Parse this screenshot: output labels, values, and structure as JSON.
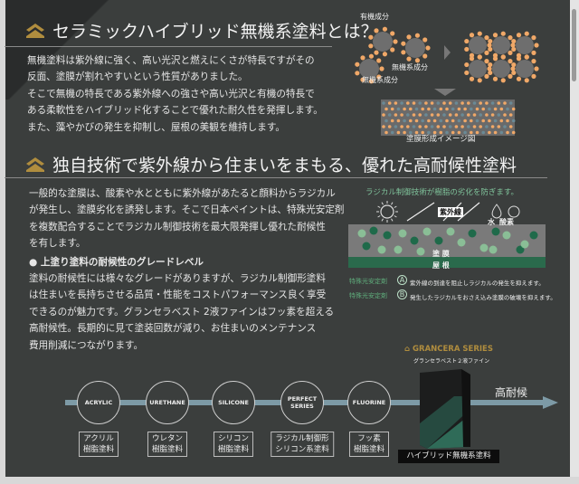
{
  "section1": {
    "title": "セラミックハイブリッド無機系塗料とは？",
    "body": [
      "無機塗料は紫外線に強く、高い光沢と燃えにくさが特長ですがその",
      "反面、塗膜が割れやすいという性質がありました。",
      "そこで無機の特長である紫外線への強さや高い光沢と有機の特長で",
      "ある柔軟性をハイブリッド化することで優れた耐久性を発揮します。",
      "また、藻やかびの発生を抑制し、屋根の美観を維持します。"
    ],
    "diagram": {
      "label_organic": "有機成分",
      "label_inorganic_1": "無機系成分",
      "label_inorganic_2": "無機系成分",
      "caption": "塗膜形成イメージ図",
      "colors": {
        "organic": "#6e6e6e",
        "inorganic": "#f0a868",
        "dots": "#6a8a96"
      }
    }
  },
  "section2": {
    "title": "独自技術で紫外線から住まいをまもる、優れた高耐候性塗料",
    "body": [
      "一般的な塗膜は、酸素や水とともに紫外線があたると顔料からラジカル",
      "が発生し、塗膜劣化を誘発します。そこで日本ペイントは、特殊光安定剤",
      "を複数配合することでラジカル制御技術を最大限発揮し優れた耐候性",
      "を有します。"
    ],
    "grade_heading": "● 上塗り塗料の耐候性のグレードレベル",
    "grade_body": [
      "塗料の耐候性には様々なグレードがありますが、ラジカル制御形塗料",
      "は住まいを長持ちさせる品質・性能をコストパフォーマンス良く享受",
      "できるのが魅力です。グランセラベスト 2液ファインはフッ素を超える",
      "高耐候性。長期的に見て塗装回数が減り、お住まいのメンテナンス",
      "費用削減につながります。"
    ],
    "radical": {
      "title": "ラジカル制御技術が樹脂の劣化を防ぎます。",
      "uv": "紫外線",
      "water": "水",
      "oxygen": "酸素",
      "film": "塗 膜",
      "roof": "屋 根",
      "stabilizer_label": "特殊光安定剤",
      "a_mark": "A",
      "a_text": "紫外線の到達を阻止しラジカルの発生を抑えます。",
      "b_mark": "B",
      "b_text": "発生したラジカルをおさえ込み塗膜の破壊を抑えます。",
      "colors": {
        "green": "#2a6a4c",
        "light_green": "#6fbf85",
        "title": "#7fc29a"
      }
    }
  },
  "timeline": {
    "grades": [
      {
        "en": "ACRYLIC",
        "jp1": "アクリル",
        "jp2": "樹脂塗料"
      },
      {
        "en": "URETHANE",
        "jp1": "ウレタン",
        "jp2": "樹脂塗料"
      },
      {
        "en": "SILICONE",
        "jp1": "シリコン",
        "jp2": "樹脂塗料"
      },
      {
        "en": "PERFECT SERIES",
        "jp1": "ラジカル制御形",
        "jp2": "シリコン系塗料"
      },
      {
        "en": "FLUORINE",
        "jp1": "フッ素",
        "jp2": "樹脂塗料"
      }
    ],
    "series_logo": "GRANCERA SERIES",
    "product_name": "グランセラベスト２液ファイン",
    "product_label": "ハイブリッド無機系塗料",
    "high_weather": "高耐候",
    "colors": {
      "gold": "#b08d3e",
      "line": "#7d9aa6"
    }
  }
}
